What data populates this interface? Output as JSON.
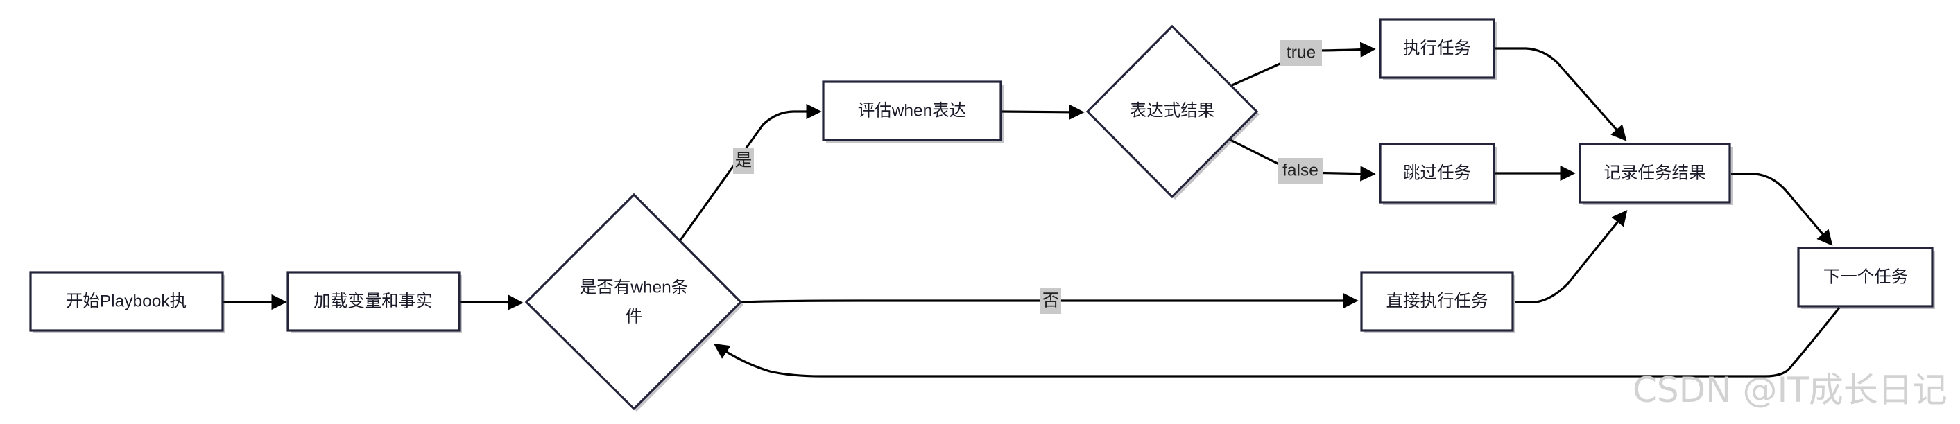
{
  "nodes": {
    "start": {
      "lines": [
        "开始Playbook执"
      ]
    },
    "load_vars": {
      "lines": [
        "加载变量和事实"
      ]
    },
    "has_when": {
      "lines": [
        "是否有when条",
        "件"
      ]
    },
    "eval_when": {
      "lines": [
        "评估when表达"
      ]
    },
    "expr_result": {
      "lines": [
        "表达式结果"
      ]
    },
    "run_task": {
      "lines": [
        "执行任务"
      ]
    },
    "skip_task": {
      "lines": [
        "跳过任务"
      ]
    },
    "record_result": {
      "lines": [
        "记录任务结果"
      ]
    },
    "direct_run": {
      "lines": [
        "直接执行任务"
      ]
    },
    "next_task": {
      "lines": [
        "下一个任务"
      ]
    }
  },
  "edges": {
    "yes_label": "是",
    "no_label": "否",
    "true_label": "true",
    "false_label": "false"
  },
  "watermark": "CSDN @IT成长日记",
  "colors": {
    "node_border": "#23233a",
    "edge": "#000000",
    "edge_label_bg": "#c9c9c9",
    "watermark": "#d2d2d2"
  }
}
